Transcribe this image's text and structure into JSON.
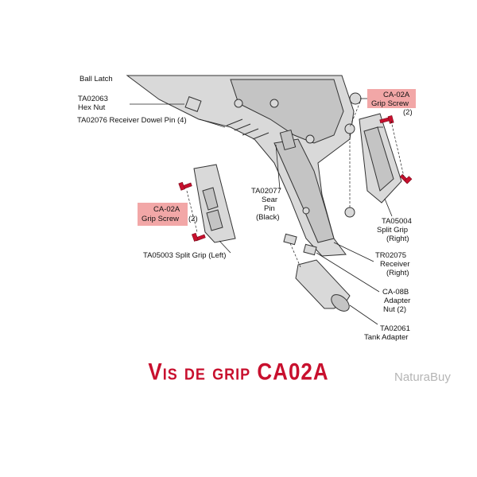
{
  "diagram": {
    "labels": {
      "ball_latch": "Ball Latch",
      "hex_nut_code": "TA02063",
      "hex_nut_name": "Hex Nut",
      "dowel_pin": "TA02076 Receiver Dowel Pin (4)",
      "grip_screw_right_code": "CA-02A",
      "grip_screw_right_name": "Grip Screw",
      "grip_screw_right_qty": "(2)",
      "grip_screw_left_code": "CA-02A",
      "grip_screw_left_name": "Grip Screw",
      "grip_screw_left_qty": "(2)",
      "sear_pin_code": "TA02077",
      "sear_pin_l1": "Sear",
      "sear_pin_l2": "Pin",
      "sear_pin_l3": "(Black)",
      "split_grip_right_code": "TA05004",
      "split_grip_right_l1": "Split Grip",
      "split_grip_right_l2": "(Right)",
      "split_grip_left": "TA05003 Split Grip (Left)",
      "receiver_code": "TR02075",
      "receiver_l1": "Receiver",
      "receiver_l2": "(Right)",
      "adapter_nut_code": "CA-08B",
      "adapter_nut_l1": "Adapter",
      "adapter_nut_l2": "Nut (2)",
      "tank_adapter_code": "TA02061",
      "tank_adapter_name": "Tank Adapter"
    },
    "highlight_color": "#f2a7a7",
    "screw_color": "#c8102e"
  },
  "caption": "Vis de grip CA02A",
  "watermark": "NaturaBuy"
}
